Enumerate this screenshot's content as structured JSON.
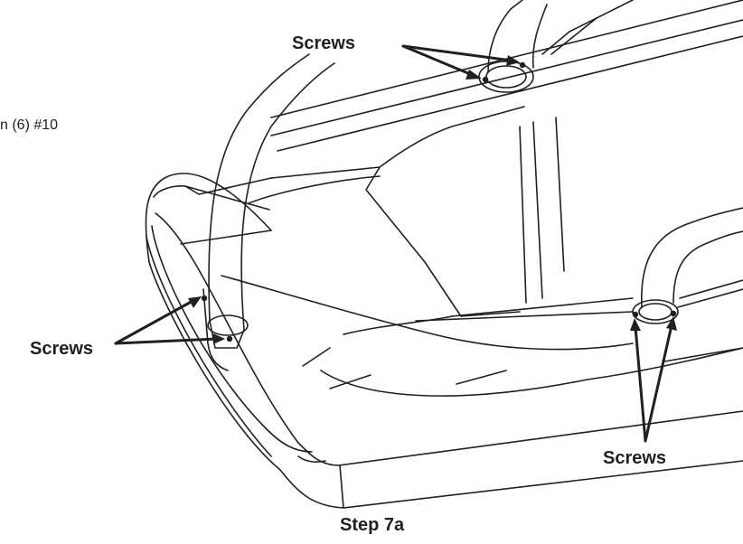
{
  "step_title": "Step 7a",
  "partial_text": "n (6) #10",
  "callouts": {
    "top": "Screws",
    "left": "Screws",
    "right": "Screws"
  },
  "colors": {
    "ink": "#231f20",
    "paper": "#ffffff"
  }
}
